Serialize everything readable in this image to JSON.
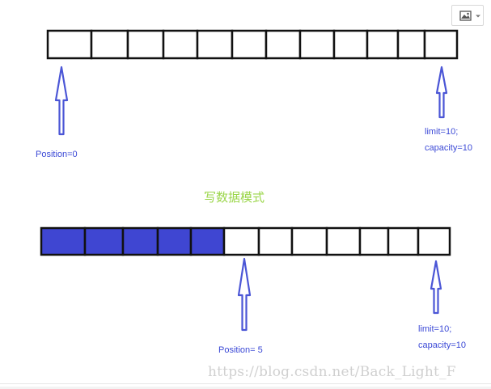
{
  "diagram": {
    "title": "写数据模式",
    "watermark": "https://blog.csdn.net/Back_Light_F",
    "colors": {
      "filled_cell": "#3f46d2",
      "arrow": "#4b56d6",
      "label": "#3b49d6",
      "title": "#9bd64a",
      "border": "#111111"
    },
    "top_buffer": {
      "cells": 12,
      "filled": 0,
      "position_label": "Position=0",
      "limit_label": "limit=10;",
      "capacity_label": "capacity=10"
    },
    "bottom_buffer": {
      "cells": 12,
      "filled": 5,
      "position_label": "Position= 5",
      "limit_label": "limit=10;",
      "capacity_label": "capacity=10"
    },
    "toolbar": {
      "image_icon": "image-icon",
      "dropdown_icon": "chevron-down-icon"
    }
  }
}
